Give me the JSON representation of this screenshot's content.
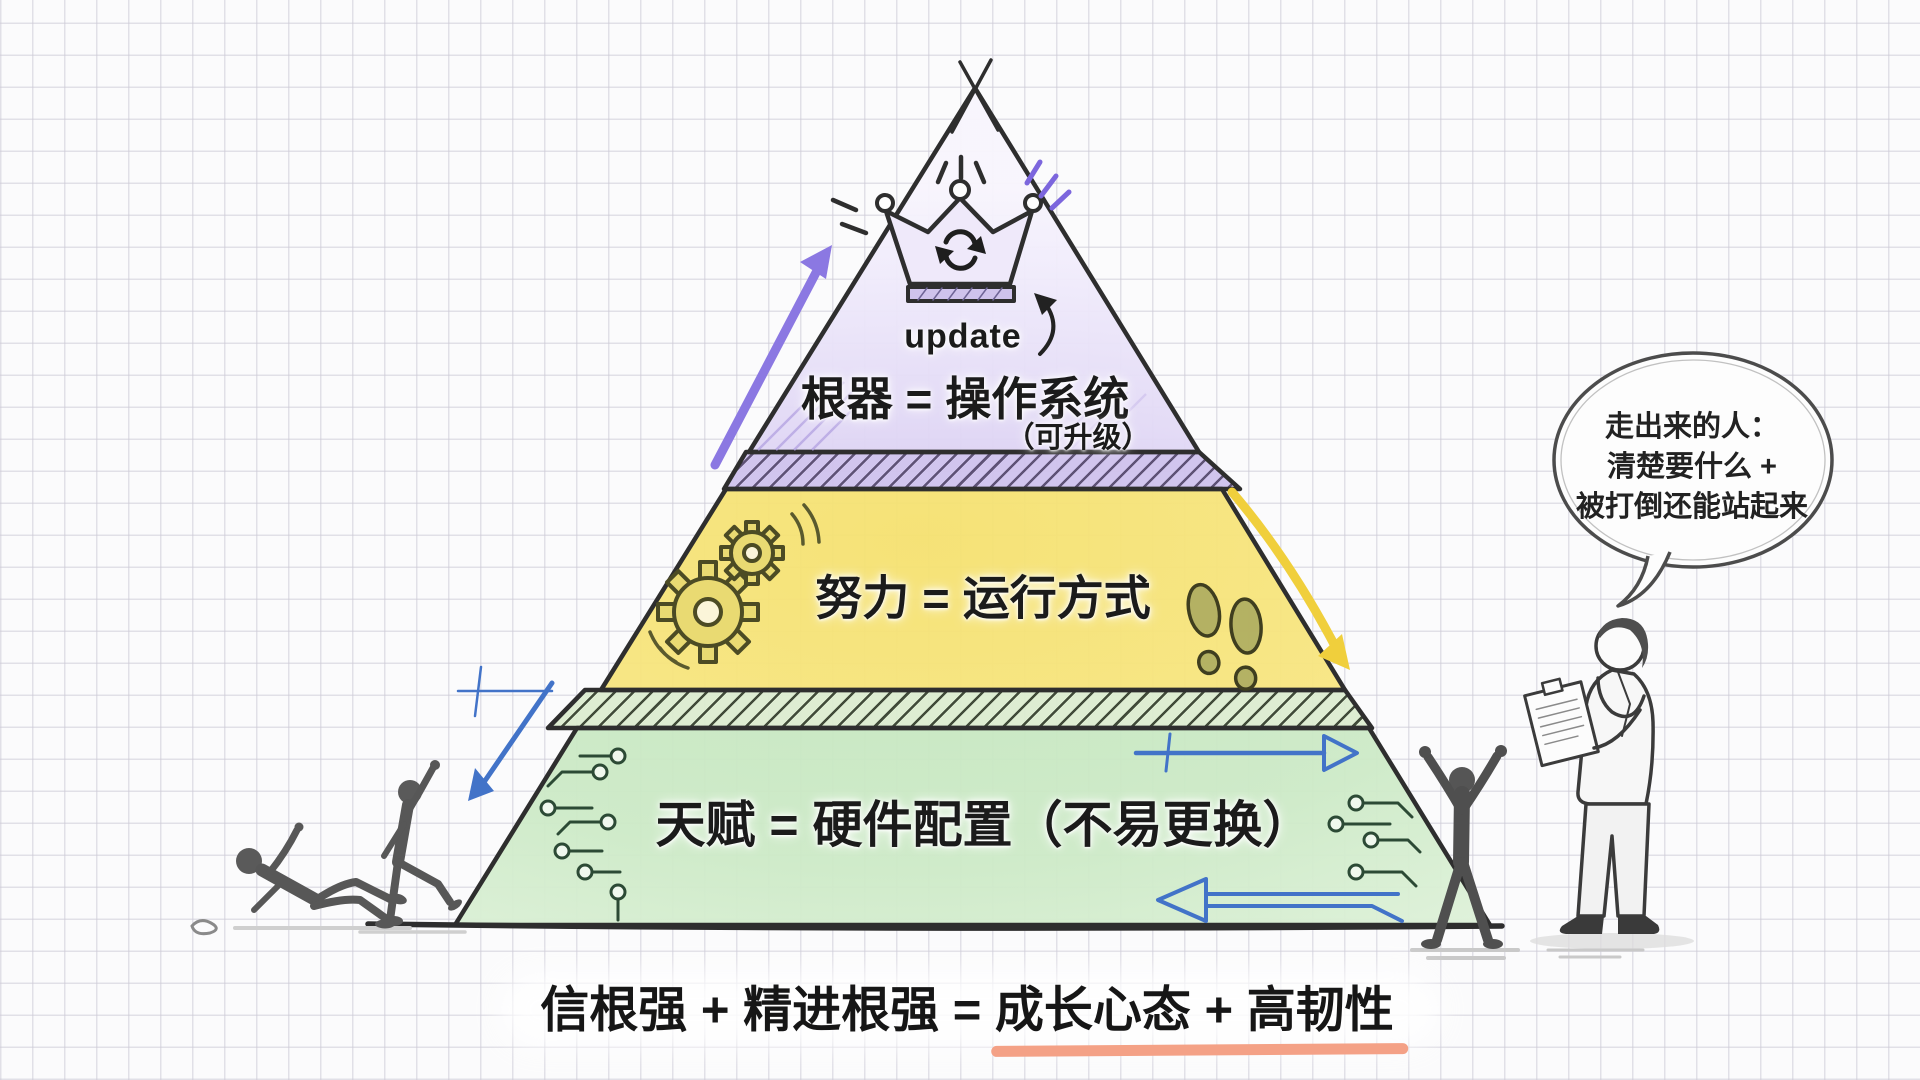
{
  "pyramid": {
    "top_level": {
      "label": "根器 = 操作系统",
      "sublabel": "（可升级）",
      "badge": "update"
    },
    "middle_level": {
      "label": "努力 = 运行方式"
    },
    "bottom_level": {
      "label": "天赋 = 硬件配置（不易更换）"
    }
  },
  "speech_bubble": {
    "lines": [
      "走出来的人：",
      "清楚要什么 +",
      "被打倒还能站起来"
    ]
  },
  "caption": {
    "prefix": "信根强 + 精进根强 = ",
    "highlight": "成长心态 + 高韧性"
  },
  "colors": {
    "top_fill": "#ded4f4",
    "middle_fill": "#f8e786",
    "bottom_fill": "#cdeac7",
    "purple_arrow": "#8b78e2",
    "yellow_arrow": "#f0cf3c",
    "blue_arrow": "#4273c8",
    "underline": "#f4a186",
    "outline": "#2e2e2e"
  }
}
